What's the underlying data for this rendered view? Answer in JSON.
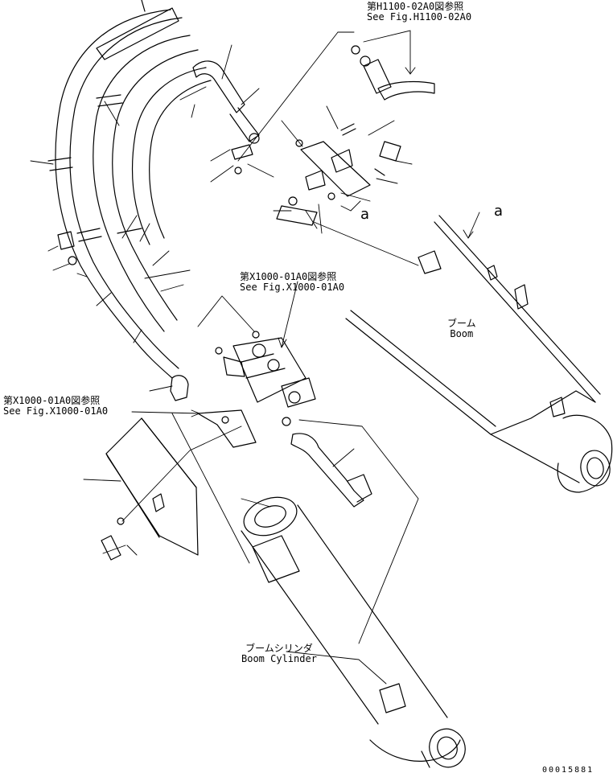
{
  "references": {
    "h1100": {
      "jp": "第H1100-02A0図参照",
      "en": "See Fig.H1100-02A0"
    },
    "x1000_top": {
      "jp": "第X1000-01A0図参照",
      "en": "See Fig.X1000-01A0"
    },
    "x1000_left": {
      "jp": "第X1000-01A0図参照",
      "en": "See Fig.X1000-01A0"
    }
  },
  "parts": {
    "boom": {
      "jp": "ブーム",
      "en": "Boom"
    },
    "boom_cylinder": {
      "jp": "ブームシリンダ",
      "en": "Boom Cylinder"
    }
  },
  "detail_marks": {
    "left": "a",
    "right": "a"
  },
  "drawing_code": "00015881",
  "colors": {
    "line": "#000000",
    "background": "#ffffff"
  }
}
